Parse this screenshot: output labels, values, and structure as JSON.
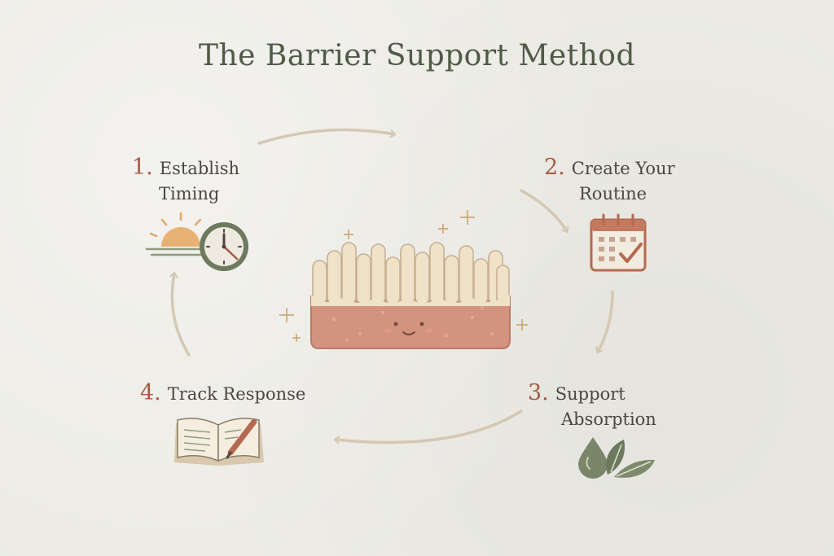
{
  "title": "The Barrier Support Method",
  "steps": [
    {
      "number": "1.",
      "line1": "Establish",
      "line2": "Timing",
      "icon": "sun-clock-icon"
    },
    {
      "number": "2.",
      "line1": "Create Your",
      "line2": "Routine",
      "icon": "calendar-check-icon"
    },
    {
      "number": "3.",
      "line1": "Support",
      "line2": "Absorption",
      "icon": "droplet-leaf-icon"
    },
    {
      "number": "4.",
      "line1": "Track Response",
      "icon": "journal-pen-icon"
    }
  ],
  "colors": {
    "background": "#ecebe5",
    "title": "#4f5a47",
    "number": "#a65a43",
    "text": "#4a4740",
    "arrow": "#d4c8b4",
    "skin_base": "#cf8f7b",
    "skin_top": "#efe2c9",
    "icon_green": "#6e7a5e"
  },
  "center_image": "skin-barrier-illustration"
}
